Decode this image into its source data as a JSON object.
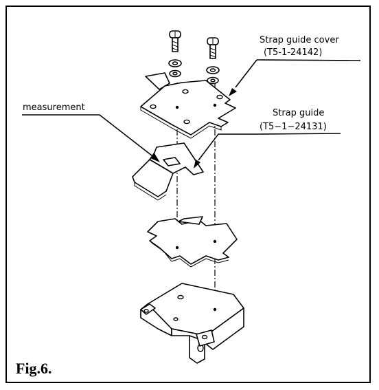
{
  "figure": {
    "caption": "Fig.6."
  },
  "labels": {
    "strap_guide_cover": "Strap guide cover",
    "strap_guide_cover_part": "(T5-1-24142)",
    "strap_guide": "Strap guide",
    "strap_guide_part": "(T5−1−24131)",
    "measurement": "measurement"
  },
  "colors": {
    "ink": "#000000",
    "paper": "#ffffff"
  }
}
